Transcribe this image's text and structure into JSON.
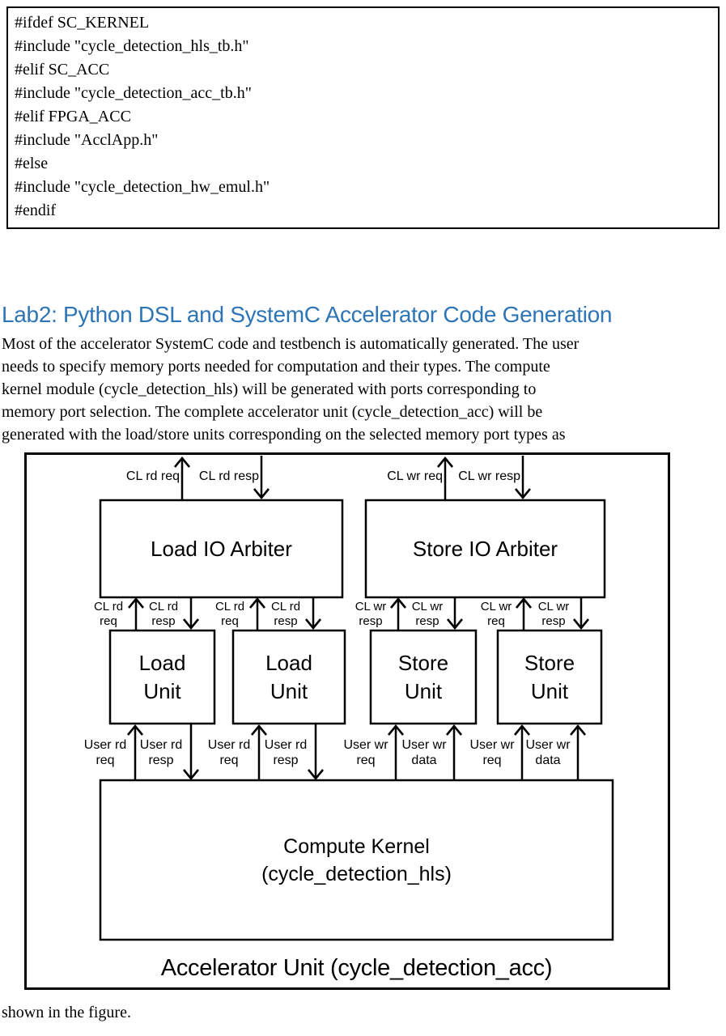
{
  "code_block": {
    "lines": [
      "#ifdef SC_KERNEL",
      "#include \"cycle_detection_hls_tb.h\"",
      "#elif SC_ACC",
      "#include \"cycle_detection_acc_tb.h\"",
      "#elif FPGA_ACC",
      "#include \"AcclApp.h\"",
      "#else",
      "#include \"cycle_detection_hw_emul.h\"",
      "#endif"
    ]
  },
  "heading": {
    "text": "Lab2: Python DSL and SystemC Accelerator Code Generation",
    "color": "#2E75B6"
  },
  "paragraph": {
    "lines": [
      "Most of the accelerator SystemC code and testbench is automatically generated. The user",
      "needs to specify memory ports needed for computation and their types. The compute",
      "kernel module (cycle_detection_hls) will be generated with ports corresponding to",
      "memory port selection. The complete accelerator unit (cycle_detection_acc) will be",
      "generated with the load/store units corresponding on the selected memory port types as"
    ]
  },
  "closing_text": "shown in the figure.",
  "figure": {
    "load_arbiter": "Load IO Arbiter",
    "store_arbiter": "Store IO Arbiter",
    "units": [
      {
        "l1": "Load",
        "l2": "Unit"
      },
      {
        "l1": "Load",
        "l2": "Unit"
      },
      {
        "l1": "Store",
        "l2": "Unit"
      },
      {
        "l1": "Store",
        "l2": "Unit"
      }
    ],
    "kernel": {
      "l1": "Compute Kernel",
      "l2": "(cycle_detection_hls)"
    },
    "outer_label": "Accelerator Unit (cycle_detection_acc)",
    "top_labels": [
      "CL rd req",
      "CL rd resp",
      "CL wr req",
      "CL wr resp"
    ],
    "mid_labels": [
      {
        "l1": "CL rd",
        "l2": "req"
      },
      {
        "l1": "CL rd",
        "l2": "resp"
      },
      {
        "l1": "CL rd",
        "l2": "req"
      },
      {
        "l1": "CL rd",
        "l2": "resp"
      },
      {
        "l1": "CL wr",
        "l2": "resp"
      },
      {
        "l1": "CL wr",
        "l2": "resp"
      },
      {
        "l1": "CL wr",
        "l2": "req"
      },
      {
        "l1": "CL wr",
        "l2": "resp"
      }
    ],
    "bottom_labels": [
      {
        "l1": "User rd",
        "l2": "req"
      },
      {
        "l1": "User rd",
        "l2": "resp"
      },
      {
        "l1": "User rd",
        "l2": "req"
      },
      {
        "l1": "User rd",
        "l2": "resp"
      },
      {
        "l1": "User wr",
        "l2": "req"
      },
      {
        "l1": "User wr",
        "l2": "data"
      },
      {
        "l1": "User wr",
        "l2": "req"
      },
      {
        "l1": "User wr",
        "l2": "data"
      }
    ]
  }
}
